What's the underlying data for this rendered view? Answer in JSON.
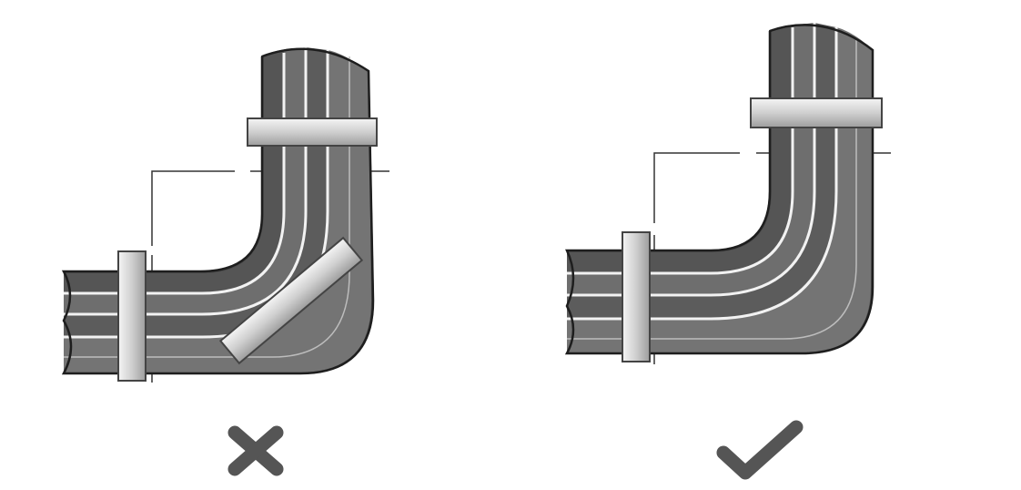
{
  "panels": [
    {
      "id": "wrong",
      "verdict": "incorrect",
      "verdict_icon": "cross-icon",
      "clamps": [
        "horizontal-clamp-on-vertical-run",
        "angled-clamp-on-bend",
        "vertical-clamp-on-horizontal-run"
      ],
      "cable_count": 4
    },
    {
      "id": "right",
      "verdict": "correct",
      "verdict_icon": "checkmark-icon",
      "clamps": [
        "horizontal-clamp-on-vertical-run",
        "vertical-clamp-on-horizontal-run"
      ],
      "cable_count": 4
    }
  ],
  "colors": {
    "cable_dark": "#3a3a3a",
    "cable_mid": "#6b6b6b",
    "cable_light": "#9a9a9a",
    "separator": "#f2f2f2",
    "clamp_fill": "#d9d9d9",
    "clamp_edge": "#555555",
    "verdict_mark": "#555555"
  }
}
